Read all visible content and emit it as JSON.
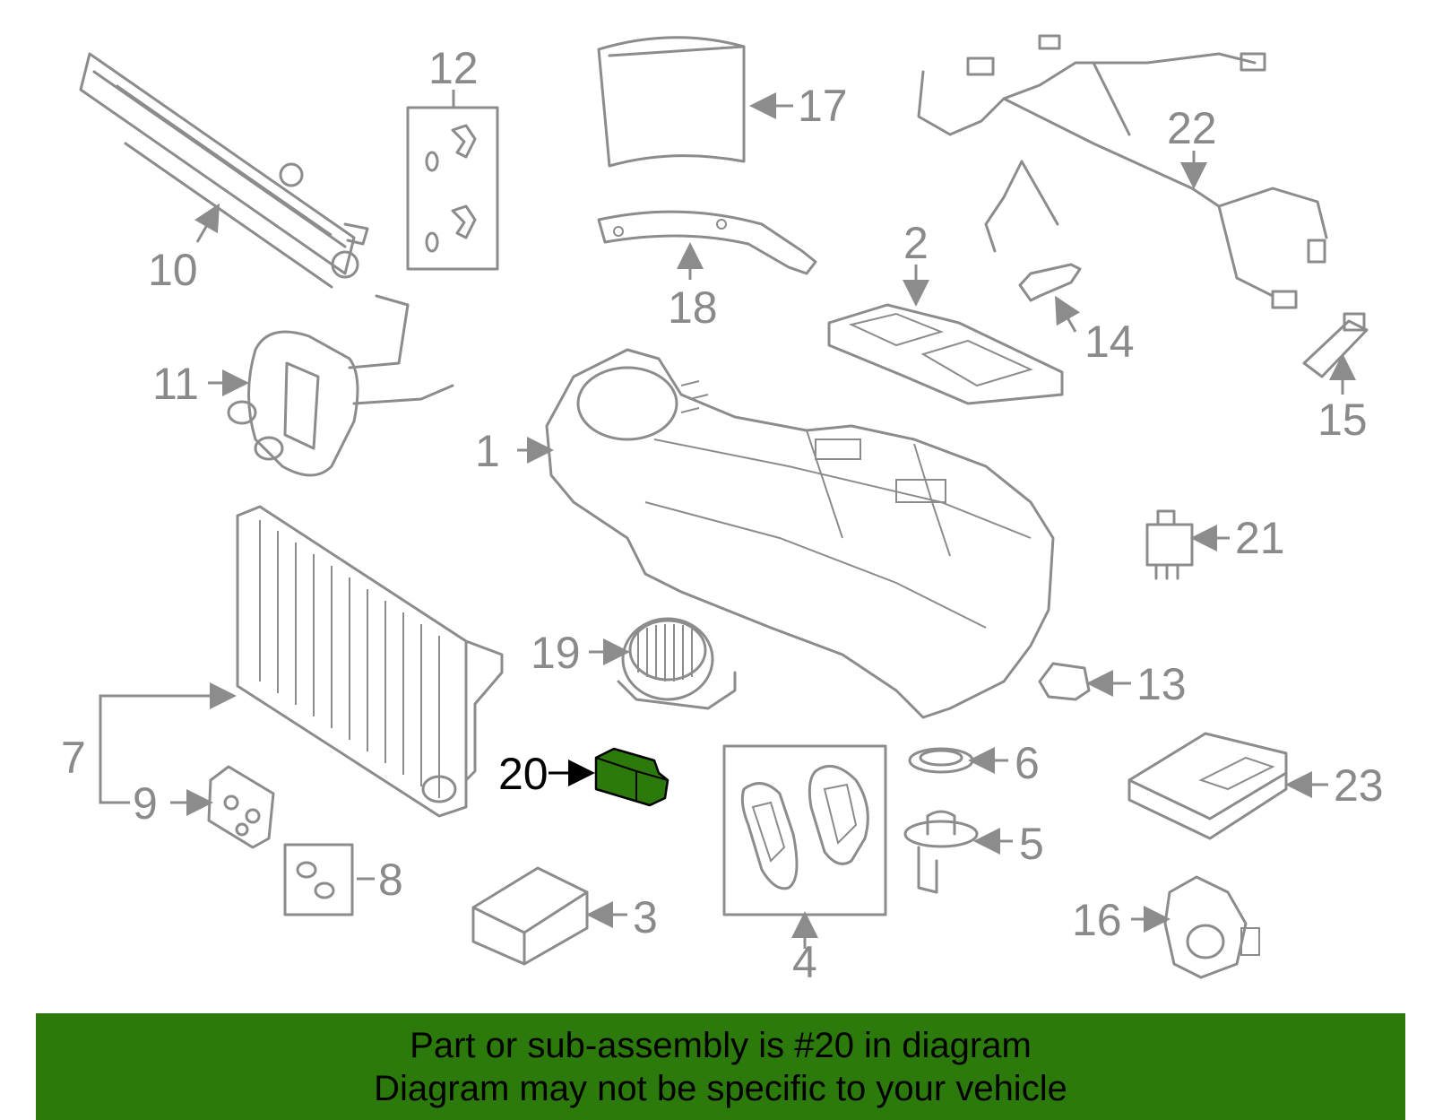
{
  "diagram": {
    "callouts": {
      "c1": "1",
      "c2": "2",
      "c3": "3",
      "c4": "4",
      "c5": "5",
      "c6": "6",
      "c7": "7",
      "c8": "8",
      "c9": "9",
      "c10": "10",
      "c11": "11",
      "c12": "12",
      "c13": "13",
      "c14": "14",
      "c15": "15",
      "c16": "16",
      "c17": "17",
      "c18": "18",
      "c19": "19",
      "c20": "20",
      "c21": "21",
      "c22": "22",
      "c23": "23"
    },
    "highlighted_part": "20",
    "highlight_color": "#2b7a0b"
  },
  "footer": {
    "line1": "Part or sub-assembly is #20 in diagram",
    "line2": "Diagram may not be specific to your vehicle",
    "background": "#2b7a0b"
  }
}
